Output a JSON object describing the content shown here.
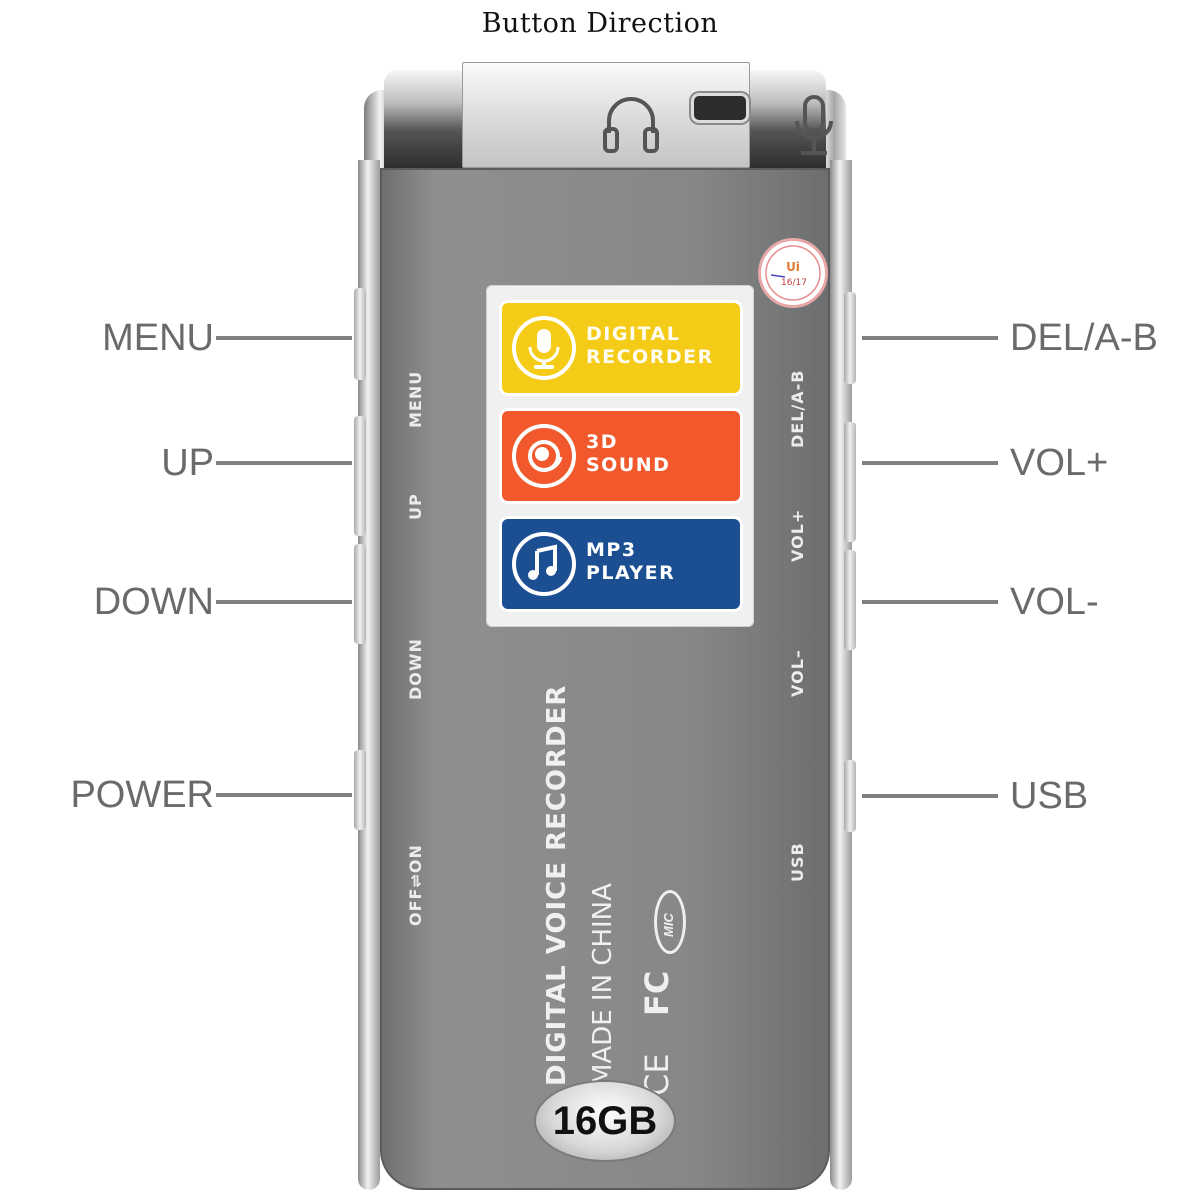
{
  "title": "Button Direction",
  "left_callouts": [
    "MENU",
    "UP",
    "DOWN",
    "POWER"
  ],
  "right_callouts": [
    "DEL/A-B",
    "VOL+",
    "VOL-",
    "USB"
  ],
  "device": {
    "sticker": {
      "tile1": {
        "line1": "DIGITAL",
        "line2": "RECORDER",
        "icon": "microphone-icon"
      },
      "tile2": {
        "line1": "3D",
        "line2": "SOUND",
        "icon": "sound-swirl-icon"
      },
      "tile3": {
        "line1": "MP3",
        "line2": "PLAYER",
        "icon": "music-note-icon"
      }
    },
    "seal": {
      "date": "16/17"
    },
    "left_side_labels": {
      "menu": "MENU",
      "up": "UP",
      "down": "DOWN",
      "power": "OFF⇌ON"
    },
    "right_side_labels": {
      "del": "DEL/A-B",
      "volup": "VOL+",
      "voldown": "VOL–",
      "usb": "USB"
    },
    "print_line1": "DIGITAL VOICE RECORDER",
    "print_line2": "MADE IN CHINA",
    "mark_fc": "FC",
    "mark_ce": "CE",
    "mic_badge": "MIC",
    "capacity": "16GB"
  },
  "colors": {
    "yellow": "#f4cc17",
    "orange": "#f1582c",
    "blue": "#1b4f92",
    "body": "#858789"
  }
}
